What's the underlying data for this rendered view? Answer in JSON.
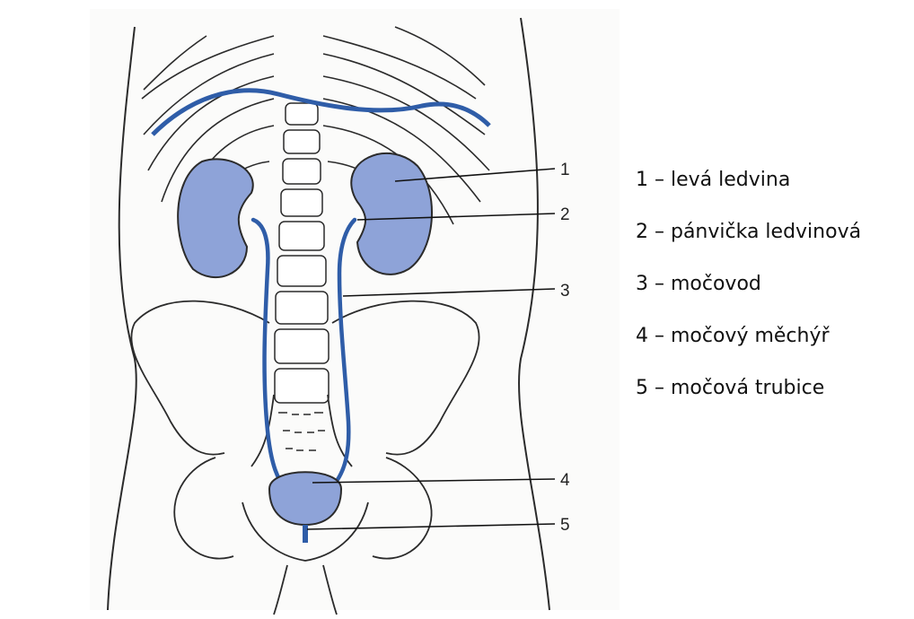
{
  "diagram": {
    "callouts": [
      "1",
      "2",
      "3",
      "4",
      "5"
    ]
  },
  "legend": {
    "items": [
      "1 – levá ledvina",
      "2 – pánvička ledvinová",
      "3 – močovod",
      "4 – močový měchýř",
      "5 – močová trubice"
    ]
  },
  "colors": {
    "organ_fill": "#8ea3d8",
    "vessel": "#2f5da8",
    "outline": "#2b2b2b"
  }
}
